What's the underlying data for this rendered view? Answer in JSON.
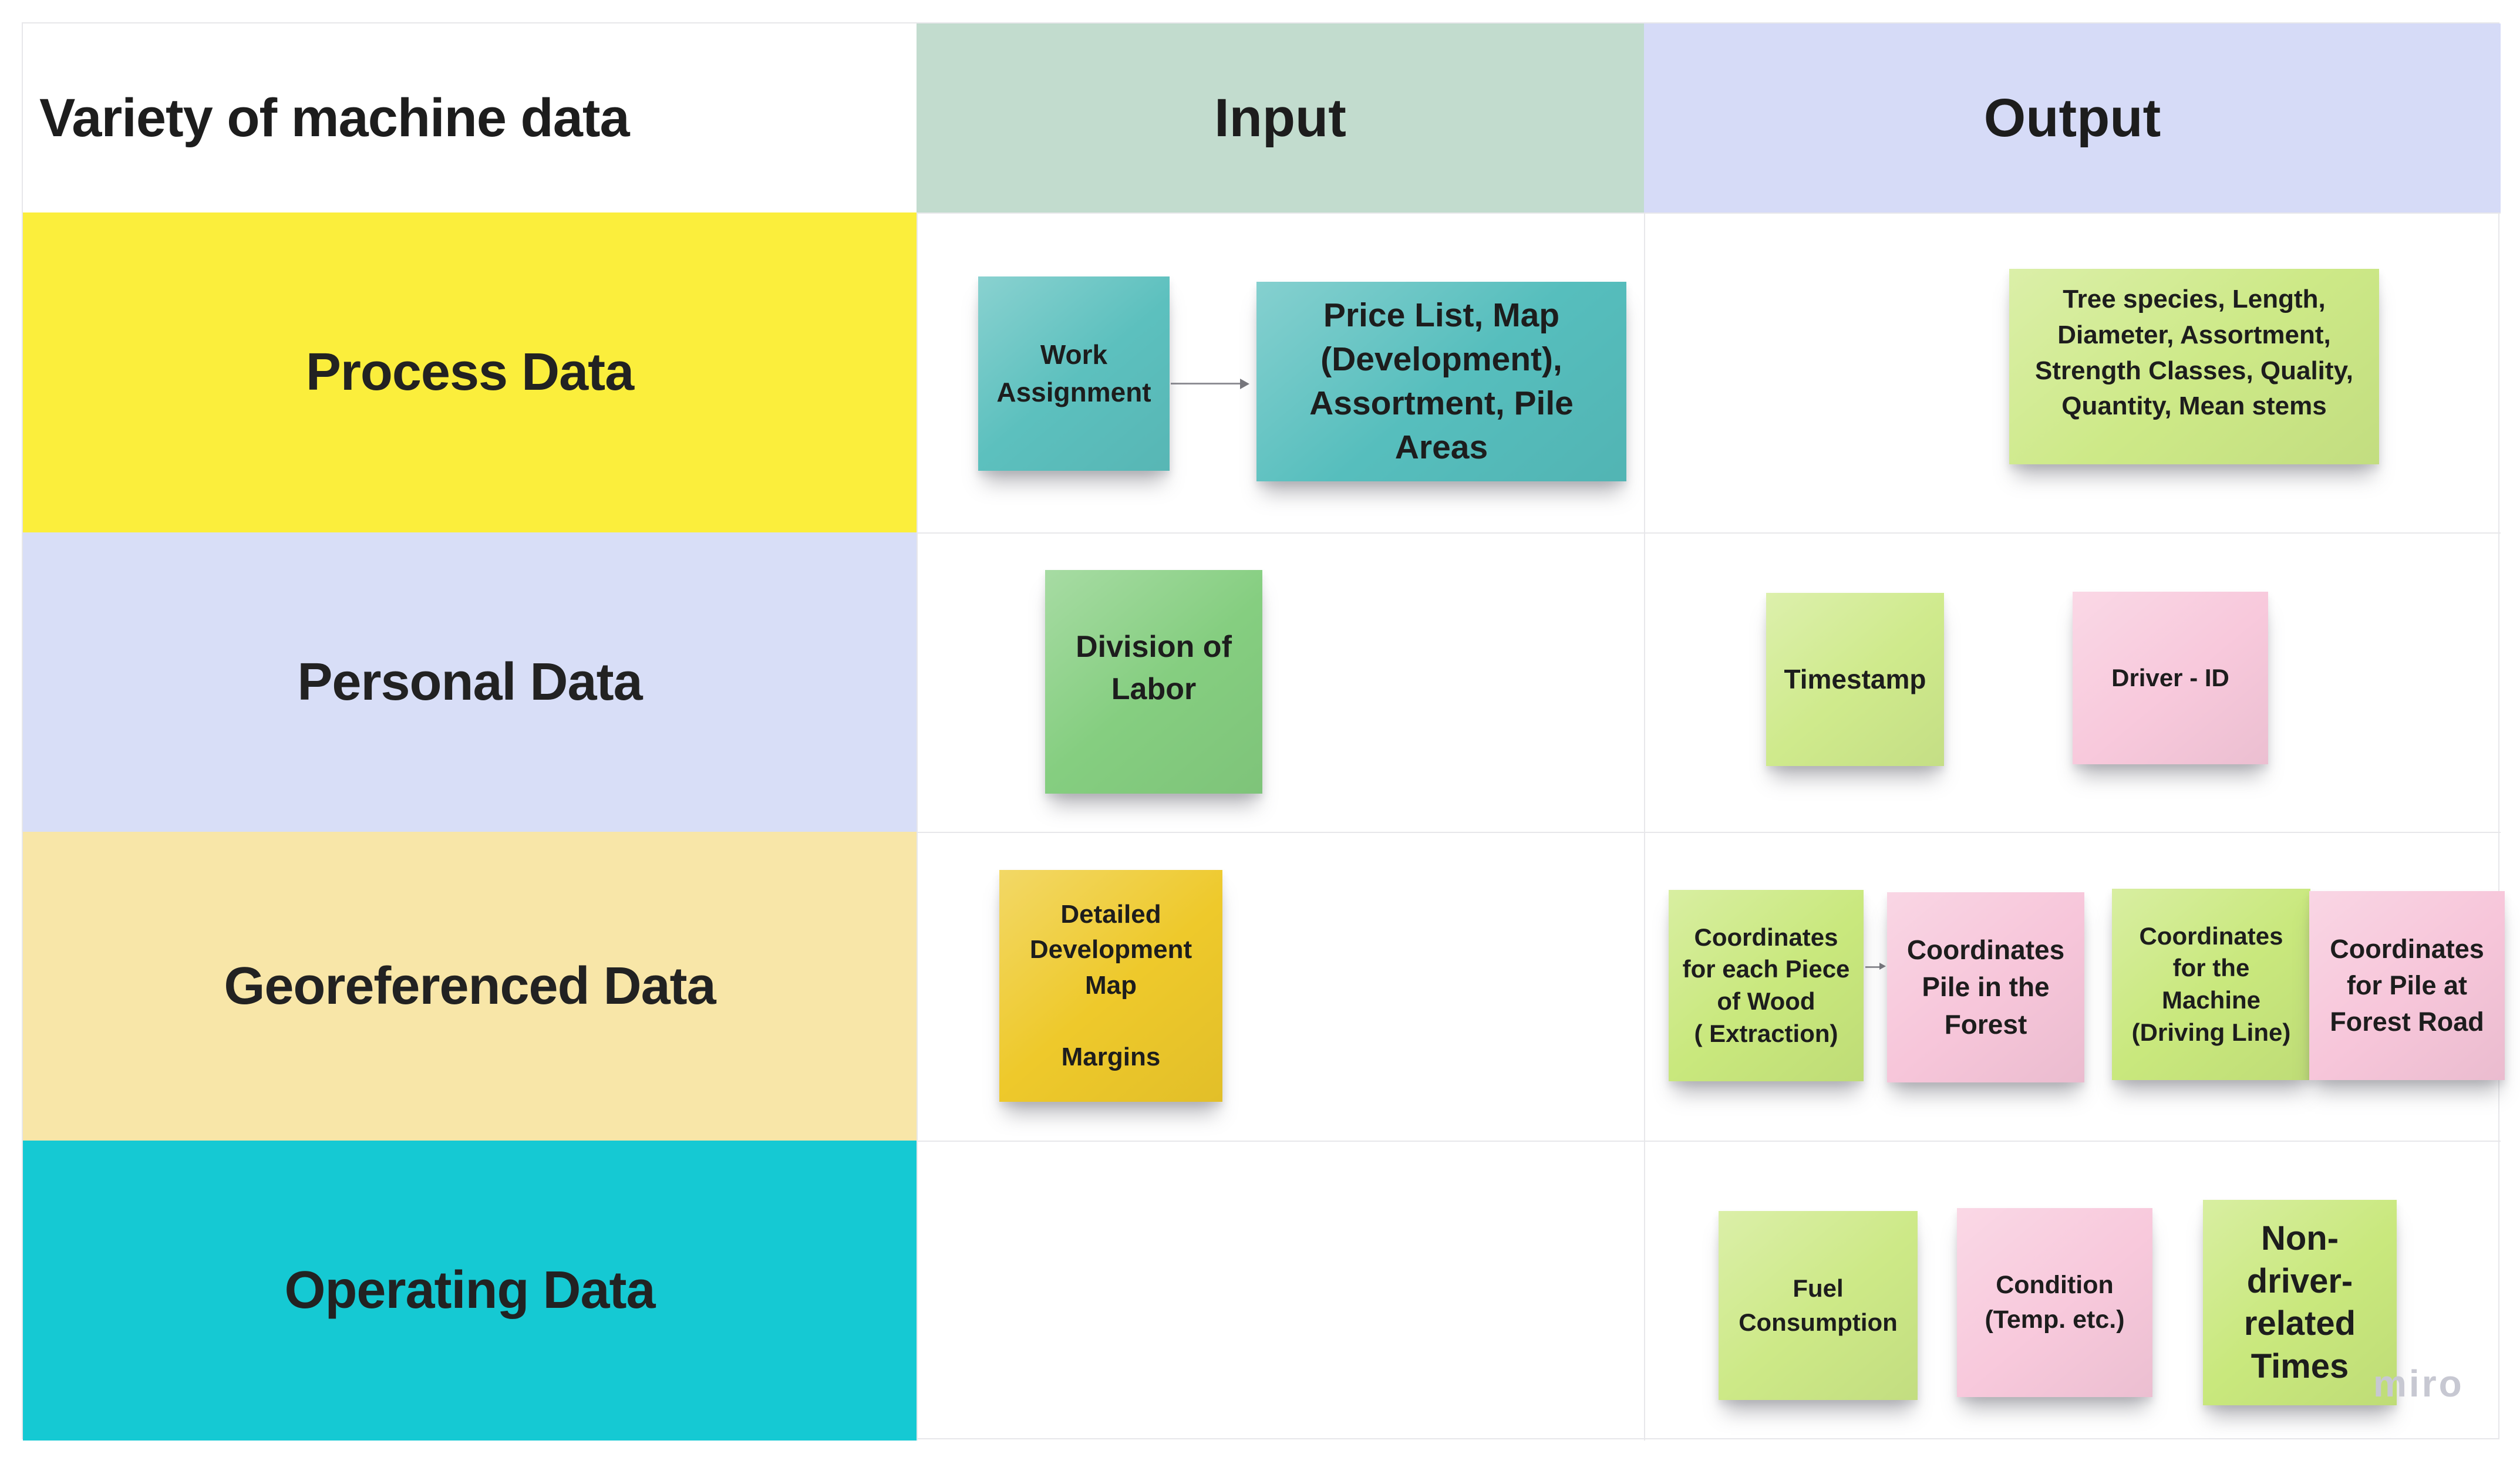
{
  "title": "Variety of machine data",
  "columns": {
    "input": "Input",
    "output": "Output"
  },
  "header_bg": {
    "input": "#C2DCCE",
    "output": "#D6DBF7"
  },
  "rows": [
    {
      "label": "Process Data",
      "bg": "#FBEE3C"
    },
    {
      "label": "Personal Data",
      "bg": "#D8DEF7"
    },
    {
      "label": "Georeferenced Data",
      "bg": "#F8E6A8"
    },
    {
      "label": "Operating Data",
      "bg": "#15C9D3"
    }
  ],
  "stickies": {
    "work_assignment": {
      "text": "Work\nAssignment",
      "bg": "#5CC0BE"
    },
    "price_list": {
      "text": "Price List, Map\n(Development),\nAssortment, Pile\nAreas",
      "bg": "#56BEBD"
    },
    "tree_species": {
      "text": "Tree species, Length,\nDiameter, Assortment,\nStrength Classes, Quality,\nQuantity, Mean stems",
      "bg": "#CDE987"
    },
    "division_of_labor": {
      "text": "Division of\nLabor",
      "bg": "#85CE80"
    },
    "timestamp": {
      "text": "Timestamp",
      "bg": "#CFEA8C"
    },
    "driver_id": {
      "text": "Driver - ID",
      "bg": "#F8C9DC"
    },
    "detailed_map": {
      "text": "Detailed\nDevelopment\nMap\n\nMargins",
      "bg": "#EEC92B"
    },
    "coord_wood": {
      "text": "Coordinates\nfor each Piece\nof Wood\n( Extraction)",
      "bg": "#C9E87D"
    },
    "coord_pile_forest": {
      "text": "Coordinates\nPile in the\nForest",
      "bg": "#F7C6DA"
    },
    "coord_machine": {
      "text": "Coordinates\nfor the\nMachine\n(Driving Line)",
      "bg": "#C9E87D"
    },
    "coord_pile_road": {
      "text": "Coordinates\nfor Pile at\nForest Road",
      "bg": "#F7C6DA"
    },
    "fuel": {
      "text": "Fuel\nConsumption",
      "bg": "#CDE987"
    },
    "condition": {
      "text": "Condition\n(Temp. etc.)",
      "bg": "#F8C9DC"
    },
    "non_driver": {
      "text": "Non-\ndriver-\nrelated\nTimes",
      "bg": "#C9E87D"
    }
  },
  "watermark": "miro",
  "colors": {
    "grid": "#E7E7EA",
    "connector": "#8F8F95",
    "watermark": "#C7C8D2"
  }
}
